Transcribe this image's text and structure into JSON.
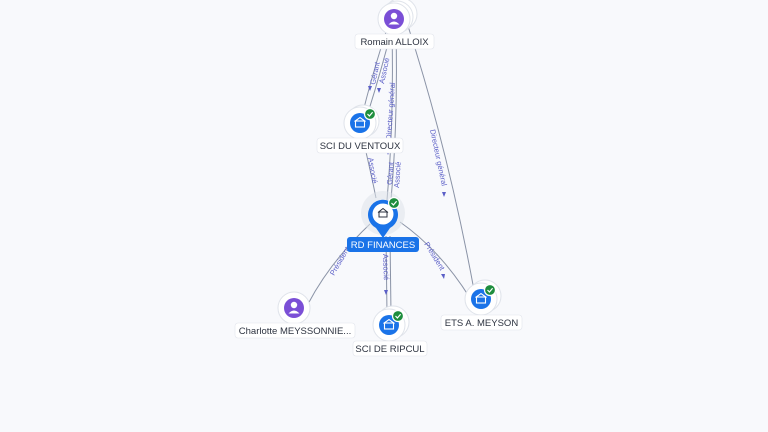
{
  "colors": {
    "person": "#7b4fd6",
    "company": "#1a73e8",
    "check": "#1e8e3e",
    "edge": "#8a93a6",
    "edge_label": "#5b5fc7",
    "focus": "#1a73e8"
  },
  "nodes": [
    {
      "id": "romain",
      "kind": "person",
      "label": "Romain ALLOIX",
      "icon": "person-icon"
    },
    {
      "id": "ventoux",
      "kind": "company",
      "label": "SCI DU VENTOUX",
      "icon": "building-icon",
      "verified": true
    },
    {
      "id": "rdfinances",
      "kind": "focus",
      "label": "RD FINANCES",
      "icon": "building-icon",
      "verified": true
    },
    {
      "id": "charlotte",
      "kind": "person",
      "label": "Charlotte MEYSSONNIE...",
      "icon": "person-icon"
    },
    {
      "id": "ripcul",
      "kind": "company",
      "label": "SCI DE RIPCUL",
      "icon": "building-icon",
      "verified": true
    },
    {
      "id": "meyson",
      "kind": "company",
      "label": "ETS A. MEYSON",
      "icon": "building-icon",
      "verified": true
    }
  ],
  "edges": [
    {
      "from": "romain",
      "to": "ventoux",
      "labels": [
        "Gérant",
        "Associé"
      ]
    },
    {
      "from": "romain",
      "to": "rdfinances",
      "labels": [
        "Directeur général",
        "Gérant",
        "Associé"
      ]
    },
    {
      "from": "romain",
      "to": "meyson",
      "labels": [
        "Directeur général"
      ]
    },
    {
      "from": "ventoux",
      "to": "rdfinances",
      "labels": [
        "Associé"
      ]
    },
    {
      "from": "rdfinances",
      "to": "charlotte",
      "labels": [
        "Président"
      ]
    },
    {
      "from": "rdfinances",
      "to": "ripcul",
      "labels": [
        "Associé"
      ]
    },
    {
      "from": "rdfinances",
      "to": "meyson",
      "labels": [
        "Président"
      ]
    }
  ]
}
